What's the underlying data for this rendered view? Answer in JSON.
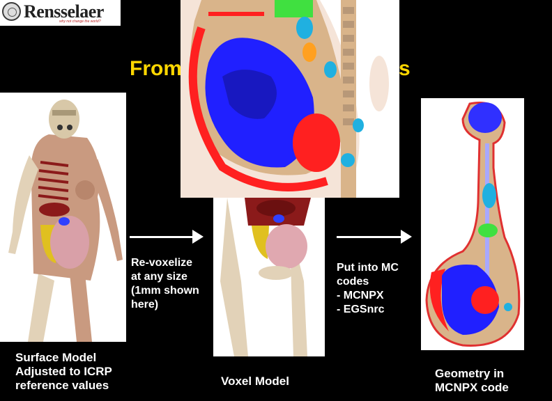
{
  "logo": {
    "wordmark": "Rensselaer",
    "tagline": "why not change the world?"
  },
  "slide": {
    "title_start": "From",
    "title_end": "els"
  },
  "captions": {
    "surface_model": "Surface Model\nAdjusted to ICRP\nreference values",
    "revoxelize": "Re-voxelize\nat any size\n(1mm shown\nhere)",
    "voxel_model": "Voxel Model",
    "mc_codes": "Put into MC\ncodes\n- MCNPX\n- EGSnrc",
    "geometry": "Geometry in\nMCNPX code"
  },
  "colors": {
    "title": "#ffd700",
    "background": "#000000",
    "fetus": "#2020ff",
    "tissue": "#d9b48a",
    "organ_red": "#ff2020"
  }
}
